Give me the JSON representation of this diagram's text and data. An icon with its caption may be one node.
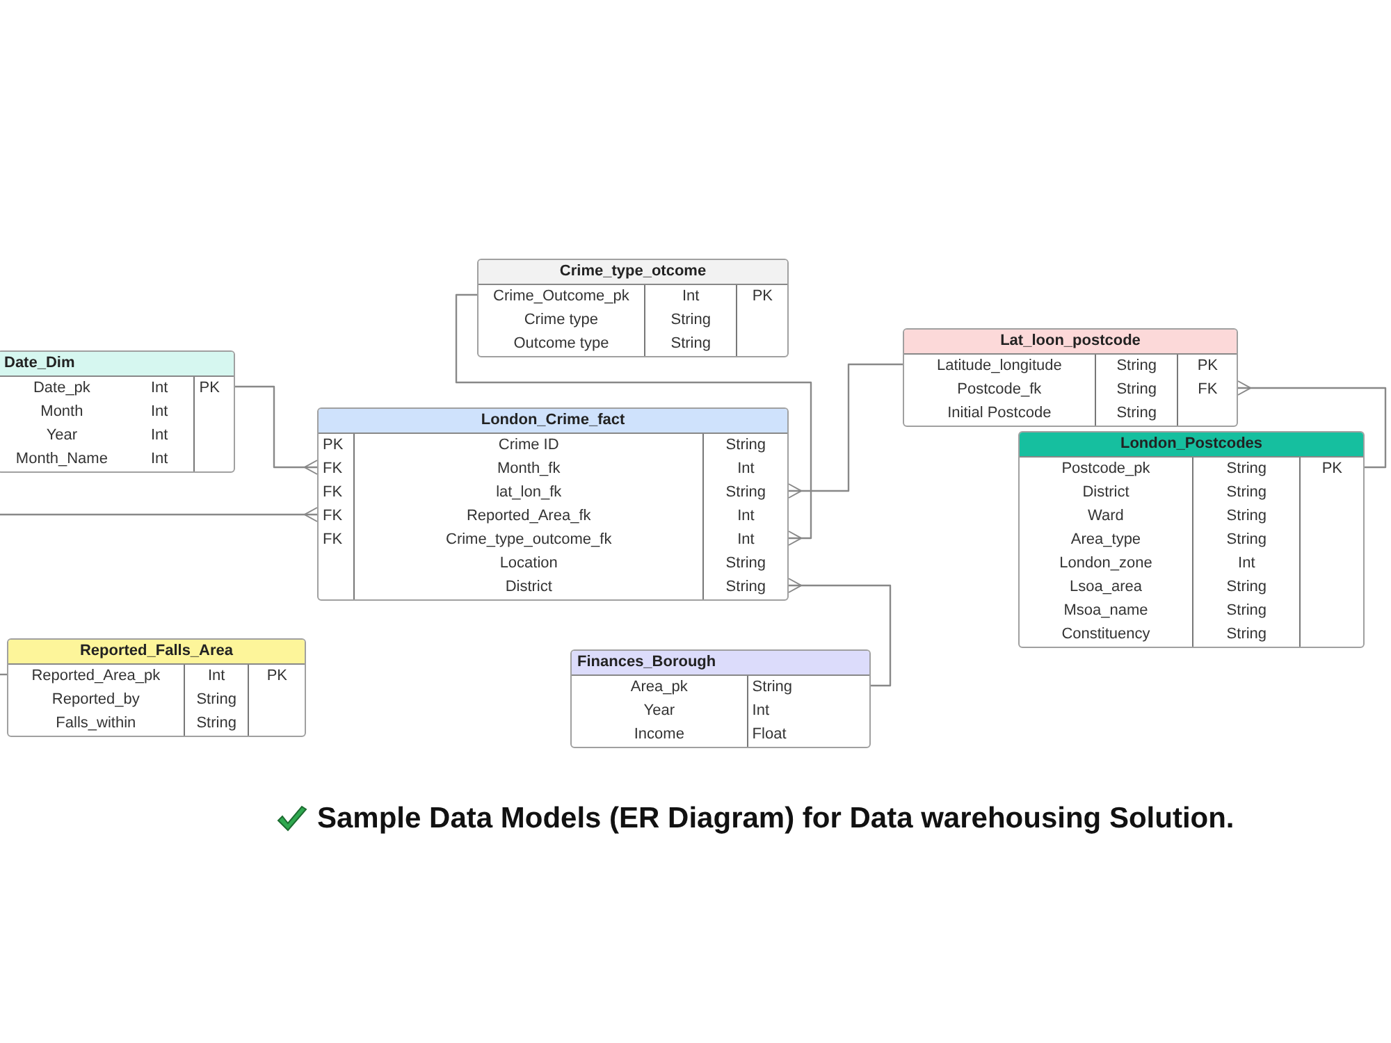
{
  "diagram": {
    "caption": "Sample Data Models (ER Diagram) for Data warehousing Solution.",
    "nodes": [
      {
        "text": [
          "Crime_type_otcome",
          "Crime_Outcome_pk",
          "Int",
          "PK",
          "Crime type",
          "String",
          "Outcome type",
          "String"
        ]
      },
      {
        "text": [
          "Date_Dim",
          "Date_pk",
          "Int",
          "PK",
          "Month",
          "Int",
          "Year",
          "Int",
          "Month_Name",
          "Int"
        ]
      },
      {
        "text": [
          "Lat_loon_postcode",
          "Latitude_longitude",
          "String",
          "PK",
          "Postcode_fk",
          "String",
          "FK",
          "Initial Postcode",
          "String"
        ]
      },
      {
        "text": [
          "London_Crime_fact",
          "PK",
          "Crime ID",
          "String",
          "FK",
          "Month_fk",
          "Int",
          "FK",
          "lat_lon_fk",
          "String",
          "FK",
          "Reported_Area_fk",
          "Int",
          "FK",
          "Crime_type_outcome_fk",
          "Int",
          "Location",
          "String",
          "District",
          "String"
        ]
      },
      {
        "text": [
          "London_Postcodes",
          "Postcode_pk",
          "String",
          "PK",
          "District",
          "String",
          "Ward",
          "String",
          "Area_type",
          "String",
          "London_zone",
          "Int",
          "Lsoa_area",
          "String",
          "Msoa_name",
          "String",
          "Constituency",
          "String"
        ]
      },
      {
        "text": [
          "Reported_Falls_Area",
          "Reported_Area_pk",
          "Int",
          "PK",
          "Reported_by",
          "String",
          "Falls_within",
          "String"
        ]
      },
      {
        "text": [
          "Finances_Borough",
          "Area_pk",
          "String",
          "Year",
          "Int",
          "Income",
          "Float"
        ]
      }
    ],
    "edges": [
      {
        "from": 1,
        "to": 3,
        "arrow": "other"
      },
      {
        "from": 0,
        "to": 3,
        "arrow": "other"
      },
      {
        "from": 2,
        "to": 3,
        "arrow": "other"
      },
      {
        "from": 4,
        "to": 2,
        "arrow": "other"
      },
      {
        "from": 6,
        "to": 3,
        "arrow": "other"
      },
      {
        "from": null,
        "to": 3,
        "arrow": "other"
      },
      {
        "from": null,
        "to": 5,
        "arrow": "none"
      }
    ]
  }
}
